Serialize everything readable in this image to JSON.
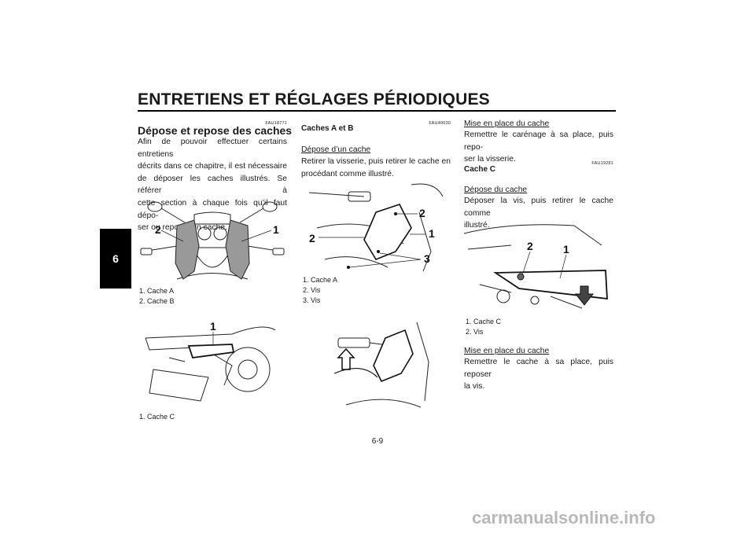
{
  "header": {
    "title": "ENTRETIENS ET RÉGLAGES PÉRIODIQUES"
  },
  "chapter_tab": "6",
  "col1": {
    "ref": "FAU18771",
    "heading": "Dépose et repose des caches",
    "paragraph_lines": [
      "Afin de pouvoir effectuer certains entretiens",
      "décrits dans ce chapitre, il est nécessaire",
      "de déposer les caches illustrés. Se référer à",
      "cette section à chaque fois qu’il faut dépo-",
      "ser ou reposer un cache."
    ],
    "fig1": {
      "callouts": [
        "2",
        "1"
      ],
      "captions": [
        "1.  Cache A",
        "2.  Cache B"
      ]
    },
    "fig2": {
      "callouts": [
        "1"
      ],
      "captions": [
        "1.  Cache C"
      ]
    }
  },
  "col2": {
    "ref": "FAU40030",
    "heading": "Caches A et B",
    "sub1": "Dépose d’un cache",
    "sub1_lines": [
      "Retirer la visserie, puis retirer le cache en",
      "procédant comme illustré."
    ],
    "fig3": {
      "callouts": [
        "2",
        "1",
        "2",
        "3"
      ],
      "captions": [
        "1.  Cache A",
        "2.  Vis",
        "3.  Vis"
      ]
    }
  },
  "col3": {
    "sub1": "Mise en place du cache",
    "sub1_lines": [
      "Remettre le carénage à sa place, puis repo-",
      "ser la visserie."
    ],
    "ref": "FAU19281",
    "heading": "Cache C",
    "sub2": "Dépose du cache",
    "sub2_lines": [
      "Déposer la vis, puis retirer le cache comme",
      "illustré."
    ],
    "fig5": {
      "callouts": [
        "2",
        "1"
      ],
      "captions": [
        "1.  Cache C",
        "2.  Vis"
      ]
    },
    "sub3": "Mise en place du cache",
    "sub3_lines": [
      "Remettre le cache à sa place, puis reposer",
      "la vis."
    ]
  },
  "page_number": "6-9",
  "watermark": "carmanualsonline.info"
}
